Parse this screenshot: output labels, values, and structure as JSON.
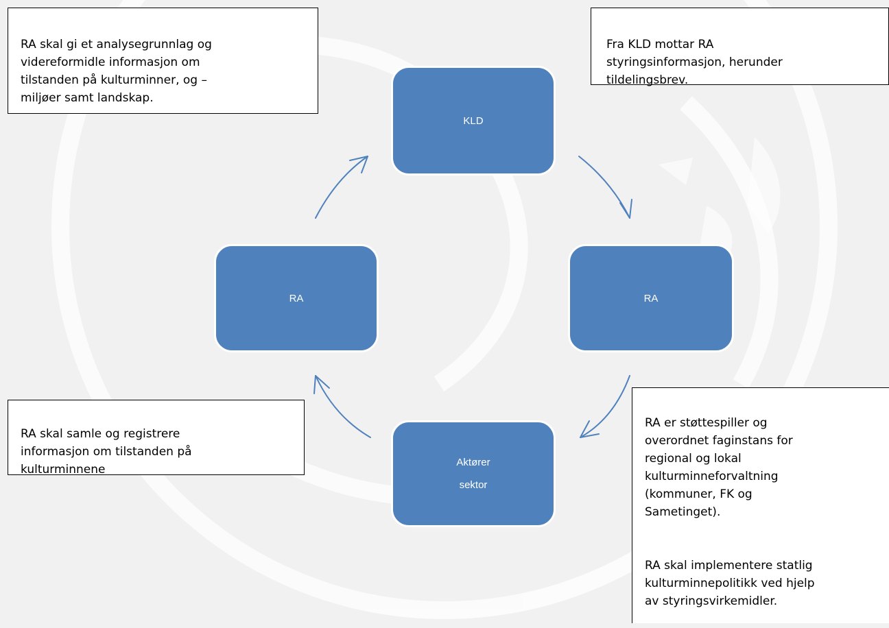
{
  "diagram": {
    "nodes": {
      "top": "KLD",
      "left": "RA",
      "right": "RA",
      "bottom": "Aktører\nsektor"
    },
    "notes": {
      "top_left": "RA skal gi et analysegrunnlag og\nvidereformidle informasjon om\ntilstanden på kulturminner, og –\nmiljøer samt landskap.",
      "top_right": "Fra KLD mottar RA\nstyringsinformasjon, herunder\ntildelingsbrev.",
      "bottom_left": "RA skal samle og registrere\ninformasjon om tilstanden på\nkulturminnene",
      "bottom_right_1": "RA er støttespiller og\noverordnet faginstans for\nregional og lokal\nkulturminneforvaltning\n(kommuner, FK og\nSametinget).",
      "bottom_right_2": "RA skal implementere statlig\nkulturminnepolitikk ved hjelp\nav  styringsvirkemidler."
    },
    "colors": {
      "node_fill": "#4f81bd",
      "arrow": "#4f81bd",
      "background": "#f1f1f2"
    }
  }
}
